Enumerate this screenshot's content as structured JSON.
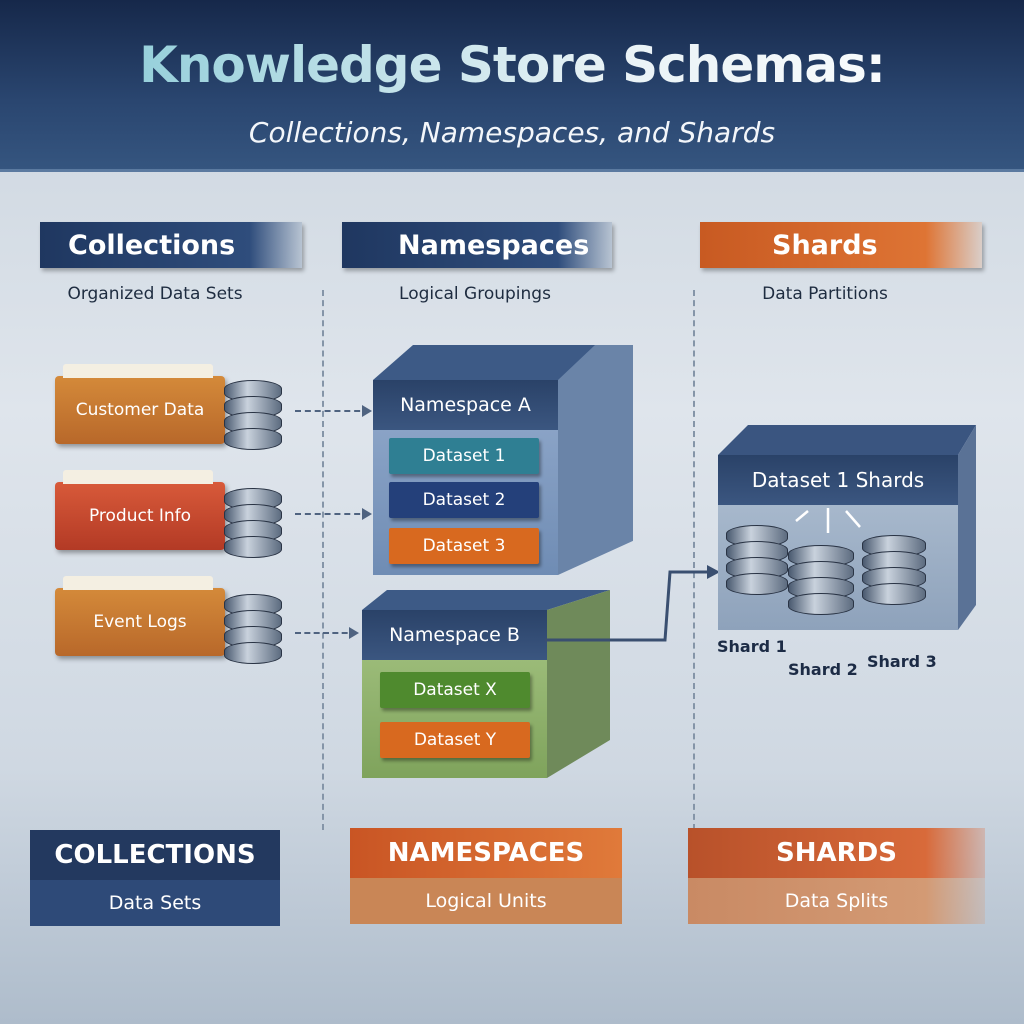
{
  "header": {
    "title": "Knowledge Store Schemas:",
    "subtitle": "Collections, Namespaces, and Shards"
  },
  "sections": [
    {
      "title": "Collections",
      "subtitle": "Organized Data Sets"
    },
    {
      "title": "Namespaces",
      "subtitle": "Logical Groupings"
    },
    {
      "title": "Shards",
      "subtitle": "Data Partitions"
    }
  ],
  "collections": [
    "Customer Data",
    "Product Info",
    "Event Logs"
  ],
  "namespaces": [
    {
      "name": "Namespace A",
      "datasets": [
        "Dataset 1",
        "Dataset 2",
        "Dataset 3"
      ]
    },
    {
      "name": "Namespace B",
      "datasets": [
        "Dataset X",
        "Dataset Y"
      ]
    }
  ],
  "shards": {
    "title": "Dataset 1 Shards",
    "items": [
      "Shard 1",
      "Shard 2",
      "Shard 3"
    ]
  },
  "summary": [
    {
      "title": "COLLECTIONS",
      "subtitle": "Data Sets"
    },
    {
      "title": "NAMESPACES",
      "subtitle": "Logical Units"
    },
    {
      "title": "SHARDS",
      "subtitle": "Data Splits"
    }
  ],
  "colors": {
    "navy": "#1f3760",
    "orange": "#d46a2c",
    "green": "#4f8a2e",
    "teal": "#2f7f93",
    "red": "#c9452a"
  }
}
